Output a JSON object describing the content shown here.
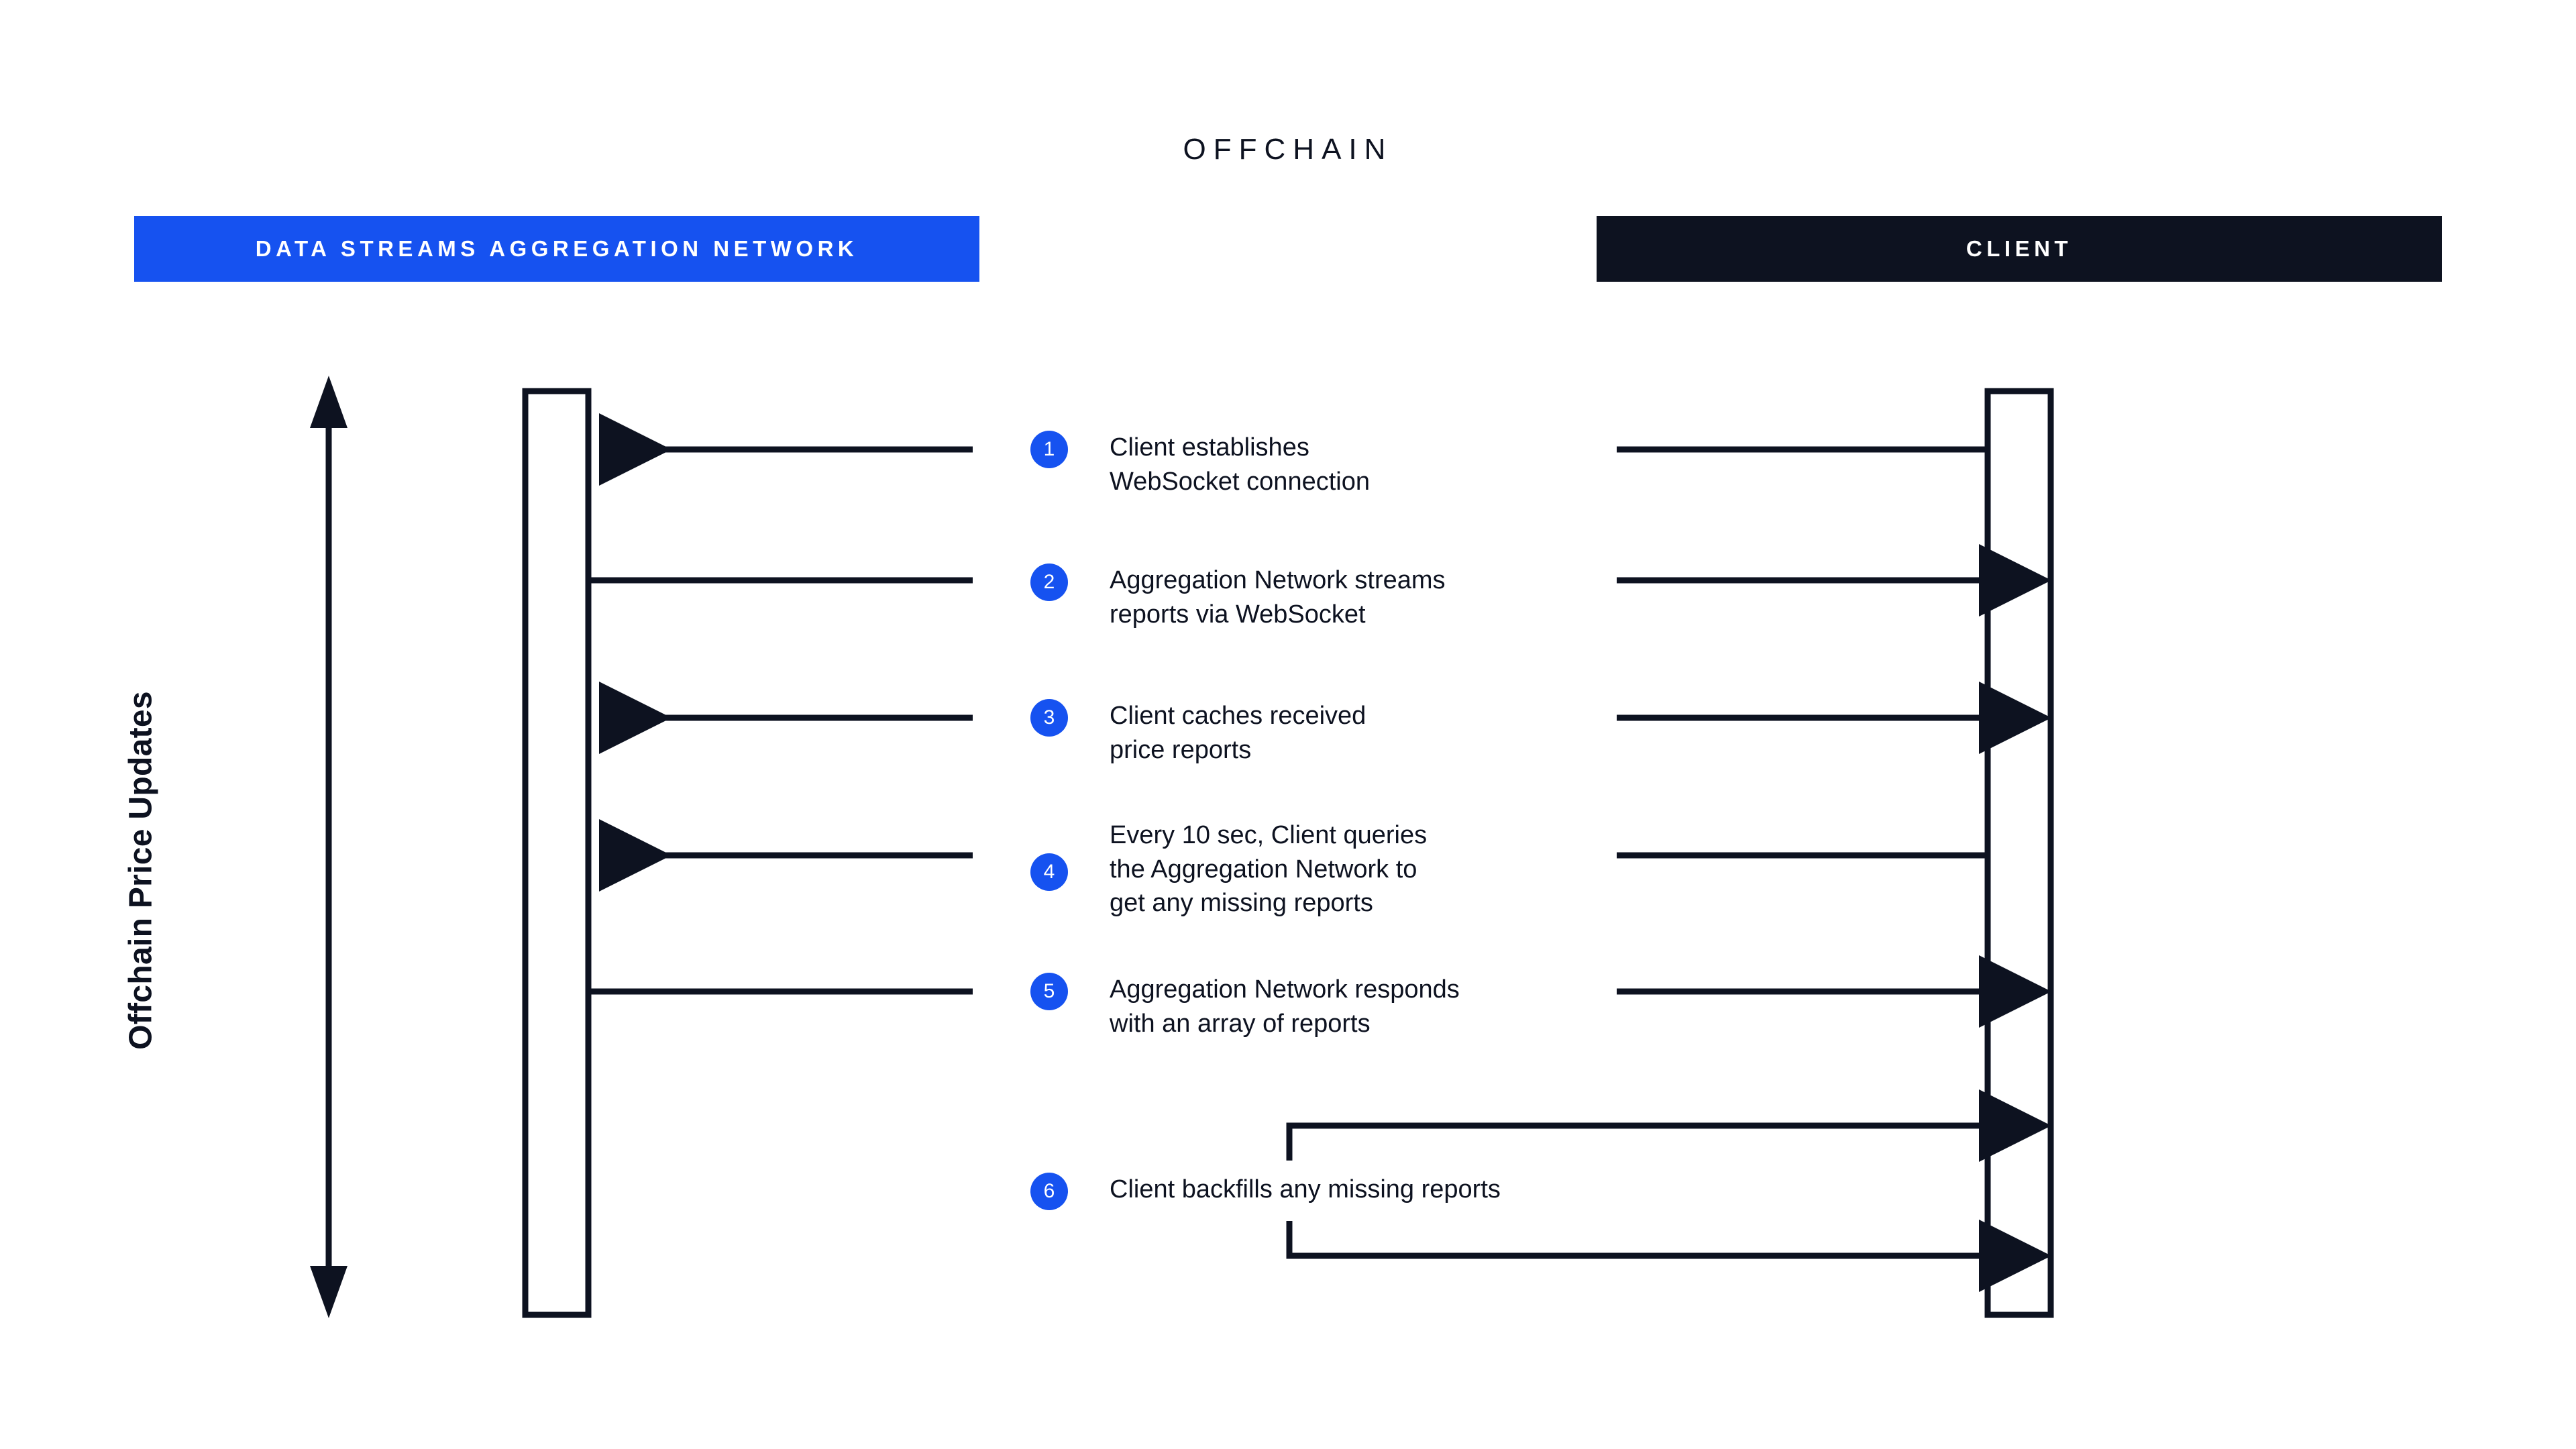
{
  "title": "OFFCHAIN",
  "colors": {
    "accent_blue": "#1652f0",
    "dark": "#0d1220",
    "white": "#ffffff",
    "background": "#ffffff"
  },
  "lanes": {
    "left": {
      "label": "DATA STREAMS AGGREGATION NETWORK",
      "bar_color": "#1652f0",
      "text_color": "#ffffff"
    },
    "right": {
      "label": "CLIENT",
      "bar_color": "#0d1220",
      "text_color": "#ffffff"
    }
  },
  "axis": {
    "label": "Offchain Price Updates",
    "direction": "bidirectional-vertical"
  },
  "steps": [
    {
      "num": "1",
      "text": "Client establishes\nWebSocket connection",
      "direction": "right-to-left"
    },
    {
      "num": "2",
      "text": "Aggregation Network streams\nreports via WebSocket",
      "direction": "left-to-right"
    },
    {
      "num": "3",
      "text": "Client caches received\nprice reports",
      "direction": "right-to-left"
    },
    {
      "num": "4",
      "text": "Every 10 sec, Client queries\nthe Aggregation Network to\nget any missing reports",
      "direction": "right-to-left"
    },
    {
      "num": "5",
      "text": "Aggregation Network responds\nwith an array of reports",
      "direction": "left-to-right"
    },
    {
      "num": "6",
      "text": "Client backfills any missing reports",
      "direction": "self-loop-right"
    }
  ]
}
